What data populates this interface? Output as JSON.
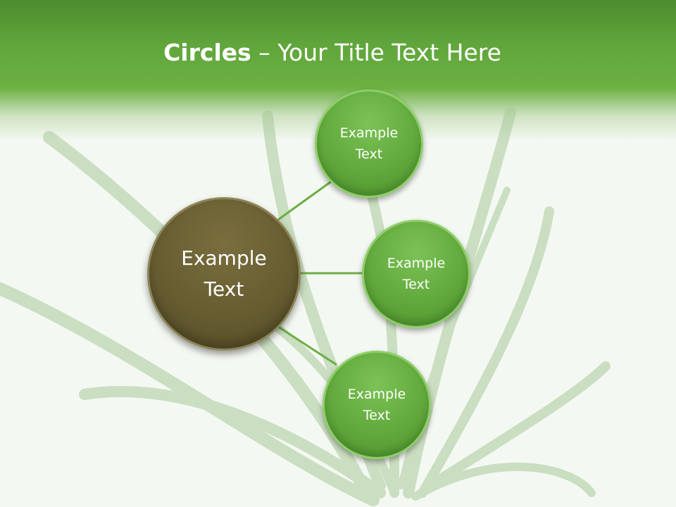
{
  "slide": {
    "title_bold": "Circles",
    "title_rest": " – Your Title Text Here"
  },
  "diagram": {
    "center": {
      "label": "Example Text"
    },
    "satellites": [
      {
        "label": "Example Text"
      },
      {
        "label": "Example Text"
      },
      {
        "label": "Example Text"
      }
    ]
  },
  "colors": {
    "header_green": "#5fa53b",
    "satellite_green": "#61a93c",
    "center_olive": "#655b30",
    "connector": "#6cae45"
  }
}
